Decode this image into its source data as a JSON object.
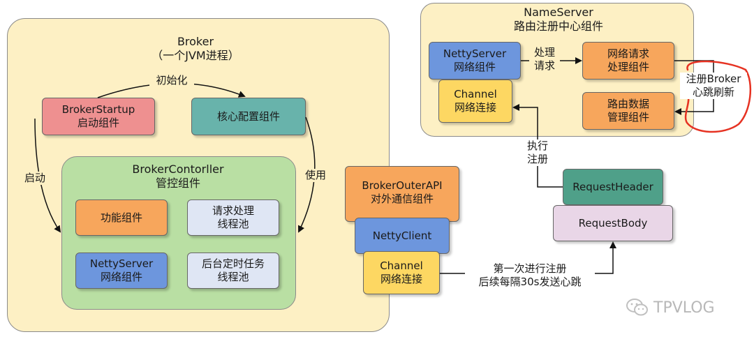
{
  "broker": {
    "title": [
      "Broker",
      "（一个JVM进程）"
    ],
    "startup": [
      "BrokerStartup",
      "启动组件"
    ],
    "config": [
      "核心配置组件"
    ],
    "init_label": "初始化",
    "start_label": "启动",
    "use_label": "使用",
    "controller": {
      "title": [
        "BrokerContorller",
        "管控组件"
      ],
      "function": [
        "功能组件"
      ],
      "request_pool": [
        "请求处理",
        "线程池"
      ],
      "netty_server": [
        "NettyServer",
        "网络组件"
      ],
      "scheduled_pool": [
        "后台定时任务",
        "线程池"
      ]
    }
  },
  "outer_api": {
    "title": [
      "BrokerOuterAPI",
      "对外通信组件"
    ],
    "netty_client": [
      "NettyClient"
    ],
    "channel": [
      "Channel",
      "网络连接"
    ]
  },
  "nameserver": {
    "title": [
      "NameServer",
      "路由注册中心组件"
    ],
    "netty_server": [
      "NettyServer",
      "网络组件"
    ],
    "channel": [
      "Channel",
      "网络连接"
    ],
    "request_handler": [
      "网络请求",
      "处理组件"
    ],
    "route_data": [
      "路由数据",
      "管理组件"
    ],
    "process_label": [
      "处理",
      "请求"
    ],
    "register_label": [
      "注册Broker",
      "心跳刷新"
    ]
  },
  "request": {
    "header": [
      "RequestHeader"
    ],
    "body": [
      "RequestBody"
    ],
    "execute_label": [
      "执行",
      "注册"
    ],
    "first_register_label": [
      "第一次进行注册",
      "后续每隔30s发送心跳"
    ]
  },
  "watermark": "TPVLOG",
  "colors": {
    "broker_bg": "#fdf0c4",
    "startup": "#ee9090",
    "config": "#68b3ab",
    "controller_bg": "#b9dfa3",
    "function": "#f7a65c",
    "pool": "#dfe6f4",
    "netty_server": "#6d96dd",
    "channel": "#fdd762",
    "request_header": "#4fa089",
    "request_body": "#e9d6e7",
    "red_annotation": "#e63222"
  }
}
